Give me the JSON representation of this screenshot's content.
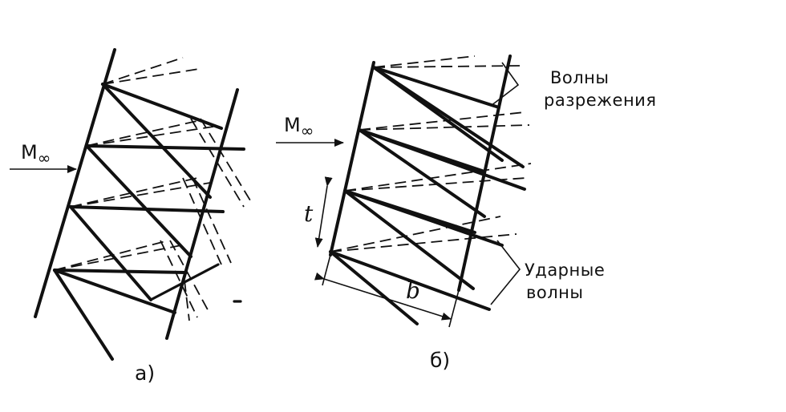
{
  "figure_a": {
    "mach_label": "M",
    "mach_subscript": "∞",
    "caption": "a)"
  },
  "figure_b": {
    "mach_label": "M",
    "mach_subscript": "∞",
    "caption": "б)",
    "rarefaction_label_line1": "Волны",
    "rarefaction_label_line2": "разрежения",
    "shock_label_line1": "Ударные",
    "shock_label_line2": "волны",
    "pitch_symbol": "t",
    "chord_symbol": "b"
  }
}
